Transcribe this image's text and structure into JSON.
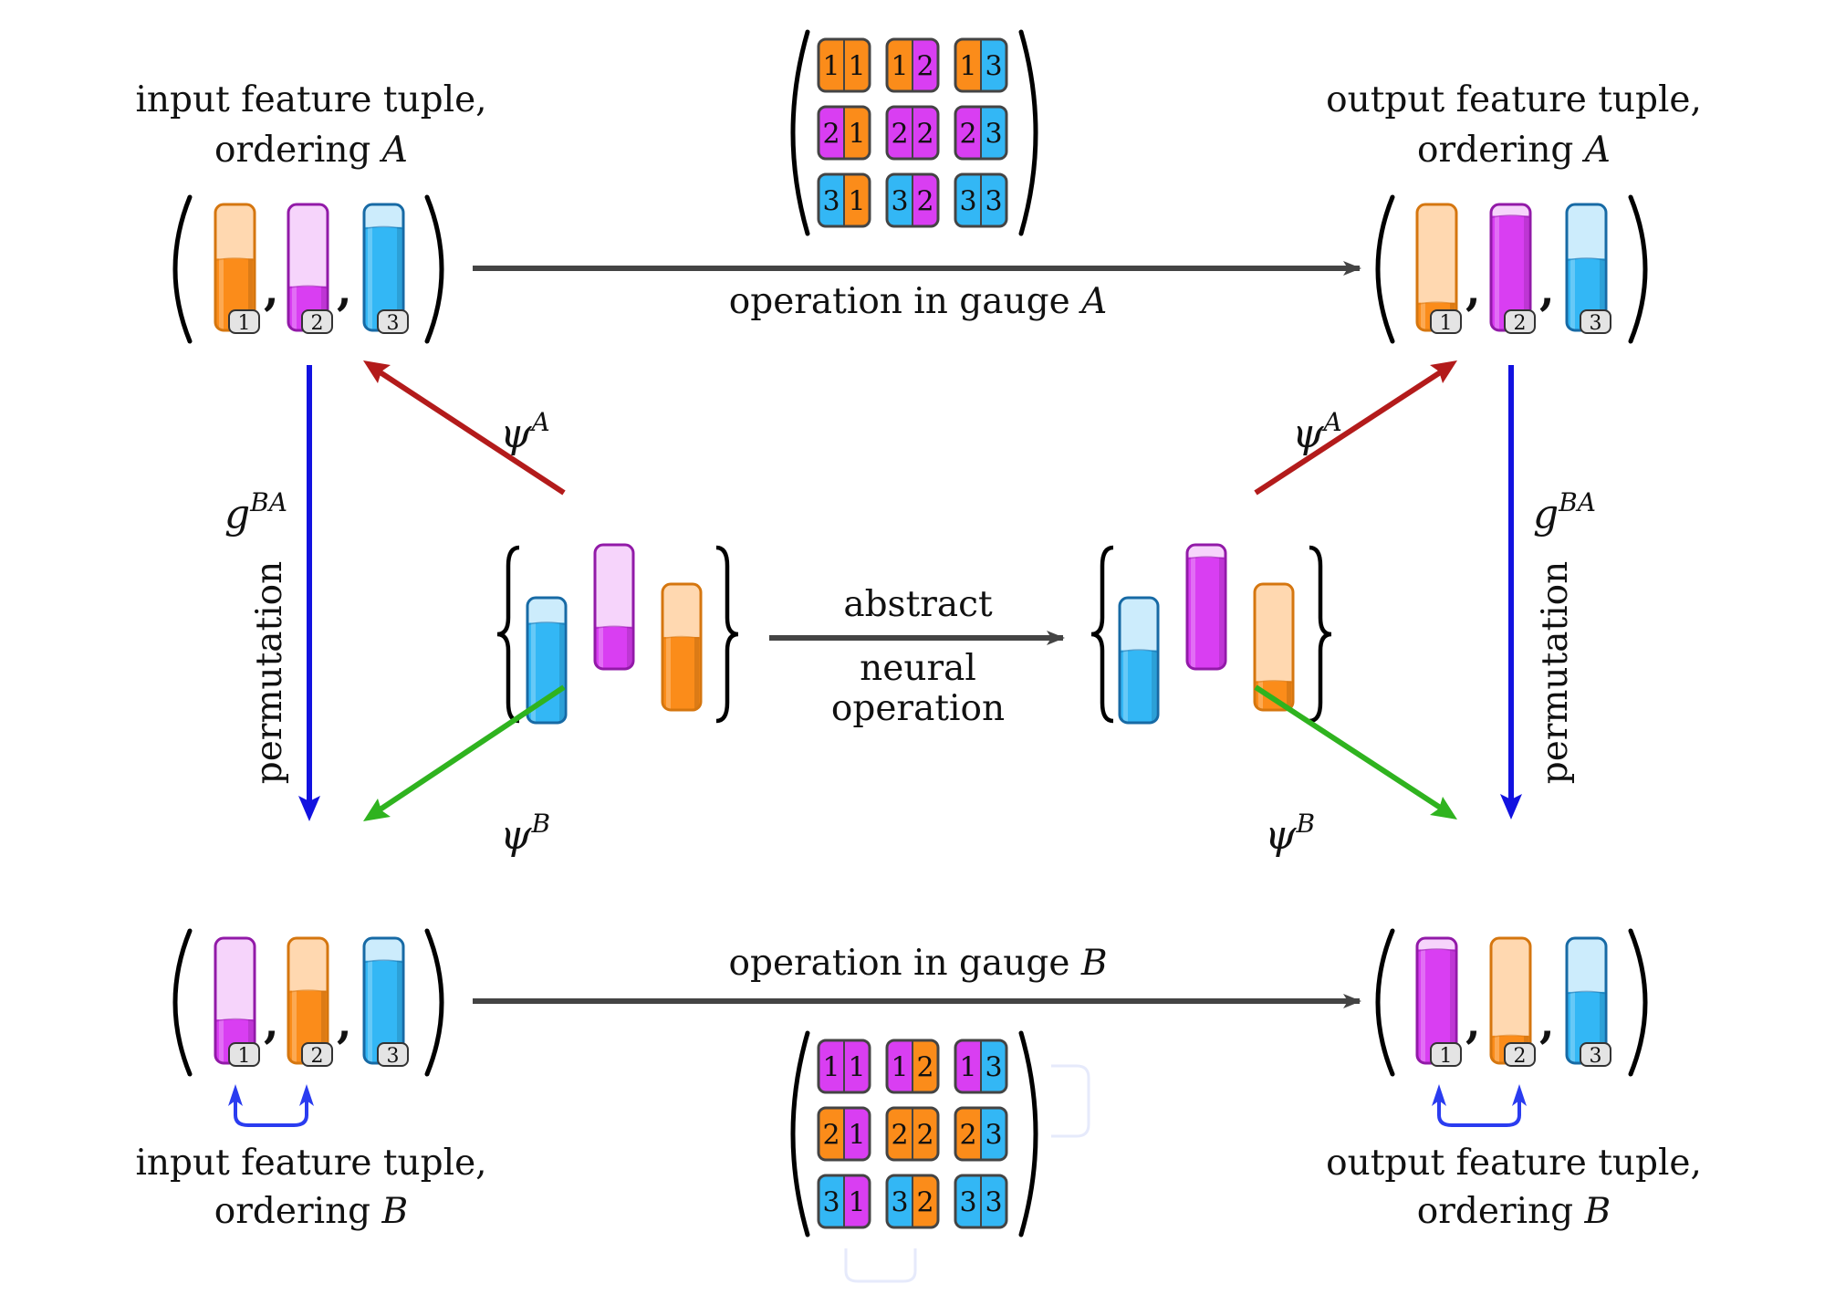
{
  "colors": {
    "orange": {
      "fill": "#fb8c1a",
      "light": "#ffd8b0",
      "stroke": "#d5760f"
    },
    "purple": {
      "fill": "#d93ef2",
      "light": "#f6d4fb",
      "stroke": "#921aa8"
    },
    "blue": {
      "fill": "#33b7f5",
      "light": "#ccecfc",
      "stroke": "#176aa5"
    },
    "arrow_dark": "#444444",
    "arrow_red": "#b31b1b",
    "arrow_green": "#2fb31f",
    "arrow_blue": "#1212e0",
    "swap_blue": "#2a3cf0",
    "faint_blue": "#e6eafc",
    "badge_fill": "#e4e4e4",
    "badge_stroke": "#333333",
    "cell_stroke": "#444444"
  },
  "labels": {
    "top_left": {
      "line1": "input feature tuple,",
      "line2_prefix": "ordering ",
      "line2_var": "A"
    },
    "top_right": {
      "line1": "output feature tuple,",
      "line2_prefix": "ordering ",
      "line2_var": "A"
    },
    "bottom_left": {
      "line1": "input feature tuple,",
      "line2_prefix": "ordering ",
      "line2_var": "B"
    },
    "bottom_right": {
      "line1": "output feature tuple,",
      "line2_prefix": "ordering ",
      "line2_var": "B"
    },
    "op_gauge_a_prefix": "operation in gauge ",
    "op_gauge_a_var": "A",
    "op_gauge_b_prefix": "operation in gauge ",
    "op_gauge_b_var": "B",
    "abstract": "abstract",
    "neural": "neural",
    "operation": "operation",
    "permutation": "permutation",
    "g_base": "g",
    "g_sup": "BA",
    "psi": "ψ",
    "psi_a_sup": "A",
    "psi_b_sup": "B"
  },
  "tuples": {
    "top_left": [
      {
        "color": "orange",
        "fill": 0.57,
        "index": "1"
      },
      {
        "color": "purple",
        "fill": 0.35,
        "index": "2"
      },
      {
        "color": "blue",
        "fill": 0.82,
        "index": "3"
      }
    ],
    "top_right": [
      {
        "color": "orange",
        "fill": 0.22,
        "index": "1"
      },
      {
        "color": "purple",
        "fill": 0.91,
        "index": "2"
      },
      {
        "color": "blue",
        "fill": 0.57,
        "index": "3"
      }
    ],
    "bottom_left": [
      {
        "color": "purple",
        "fill": 0.35,
        "index": "1"
      },
      {
        "color": "orange",
        "fill": 0.58,
        "index": "2"
      },
      {
        "color": "blue",
        "fill": 0.82,
        "index": "3"
      }
    ],
    "bottom_right": [
      {
        "color": "purple",
        "fill": 0.91,
        "index": "1"
      },
      {
        "color": "orange",
        "fill": 0.22,
        "index": "2"
      },
      {
        "color": "blue",
        "fill": 0.57,
        "index": "3"
      }
    ]
  },
  "sets": {
    "input": [
      {
        "color": "blue",
        "fill": 0.8
      },
      {
        "color": "purple",
        "fill": 0.34
      },
      {
        "color": "orange",
        "fill": 0.58
      }
    ],
    "output": [
      {
        "color": "blue",
        "fill": 0.58
      },
      {
        "color": "purple",
        "fill": 0.9
      },
      {
        "color": "orange",
        "fill": 0.23
      }
    ]
  },
  "matrices": {
    "gauge_a": {
      "colors": [
        "orange",
        "purple",
        "blue"
      ],
      "cells": [
        [
          "1",
          "1"
        ],
        [
          "1",
          "2"
        ],
        [
          "1",
          "3"
        ],
        [
          "2",
          "1"
        ],
        [
          "2",
          "2"
        ],
        [
          "2",
          "3"
        ],
        [
          "3",
          "1"
        ],
        [
          "3",
          "2"
        ],
        [
          "3",
          "3"
        ]
      ]
    },
    "gauge_b": {
      "colors": [
        "purple",
        "orange",
        "blue"
      ],
      "cells": [
        [
          "1",
          "1"
        ],
        [
          "1",
          "2"
        ],
        [
          "1",
          "3"
        ],
        [
          "2",
          "1"
        ],
        [
          "2",
          "2"
        ],
        [
          "2",
          "3"
        ],
        [
          "3",
          "1"
        ],
        [
          "3",
          "2"
        ],
        [
          "3",
          "3"
        ]
      ]
    }
  }
}
